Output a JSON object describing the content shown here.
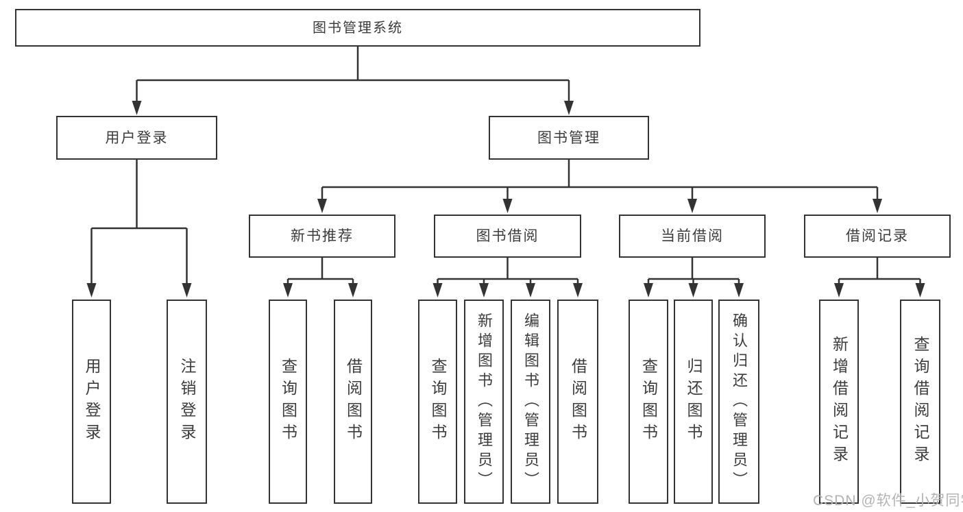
{
  "nodes": {
    "root": {
      "label": "图书管理系统"
    },
    "user_login": {
      "label": "用户登录"
    },
    "book_management": {
      "label": "图书管理"
    },
    "new_book_recommendation": {
      "label": "新书推荐"
    },
    "book_borrowing": {
      "label": "图书借阅"
    },
    "current_borrowing": {
      "label": "当前借阅"
    },
    "borrowing_records": {
      "label": "借阅记录"
    },
    "user_login_action": {
      "label": "用户登录"
    },
    "logout_action": {
      "label": "注销登录"
    },
    "query_books_1": {
      "label": "查询图书"
    },
    "borrow_books_1": {
      "label": "借阅图书"
    },
    "query_books_2": {
      "label": "查询图书"
    },
    "add_books_admin": {
      "label": "新增图书（管理员）"
    },
    "edit_books_admin": {
      "label": "编辑图书（管理员）"
    },
    "borrow_books_2": {
      "label": "借阅图书"
    },
    "query_books_3": {
      "label": "查询图书"
    },
    "return_books": {
      "label": "归还图书"
    },
    "confirm_return_admin": {
      "label": "确认归还（管理员）"
    },
    "add_borrowing_record": {
      "label": "新增借阅记录"
    },
    "query_borrowing_record": {
      "label": "查询借阅记录"
    }
  },
  "watermark": {
    "text": "CSDN @软件_小贺同学"
  },
  "colors": {
    "line": "#333333",
    "text": "#3c3c3c",
    "box-bg": "#ffffff",
    "watermark": "#b3b3b3",
    "background": "#ffffff"
  }
}
